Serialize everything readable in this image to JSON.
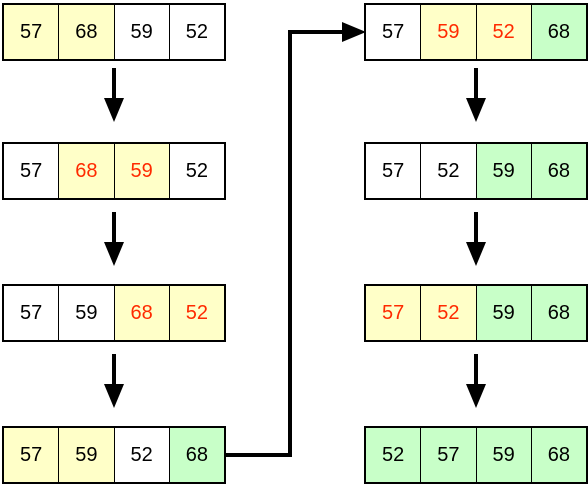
{
  "colors": {
    "yellow": "#ffffc8",
    "green": "#c8ffc8",
    "white": "#ffffff",
    "red_text": "#ff2a00",
    "black_text": "#000000"
  },
  "columns": [
    {
      "rows": [
        {
          "cells": [
            {
              "value": "57",
              "fill": "yellow",
              "text": "black"
            },
            {
              "value": "68",
              "fill": "yellow",
              "text": "black"
            },
            {
              "value": "59",
              "fill": "white",
              "text": "black"
            },
            {
              "value": "52",
              "fill": "white",
              "text": "black"
            }
          ]
        },
        {
          "cells": [
            {
              "value": "57",
              "fill": "white",
              "text": "black"
            },
            {
              "value": "68",
              "fill": "yellow",
              "text": "red"
            },
            {
              "value": "59",
              "fill": "yellow",
              "text": "red"
            },
            {
              "value": "52",
              "fill": "white",
              "text": "black"
            }
          ]
        },
        {
          "cells": [
            {
              "value": "57",
              "fill": "white",
              "text": "black"
            },
            {
              "value": "59",
              "fill": "white",
              "text": "black"
            },
            {
              "value": "68",
              "fill": "yellow",
              "text": "red"
            },
            {
              "value": "52",
              "fill": "yellow",
              "text": "red"
            }
          ]
        },
        {
          "cells": [
            {
              "value": "57",
              "fill": "yellow",
              "text": "black"
            },
            {
              "value": "59",
              "fill": "yellow",
              "text": "black"
            },
            {
              "value": "52",
              "fill": "white",
              "text": "black"
            },
            {
              "value": "68",
              "fill": "green",
              "text": "black"
            }
          ]
        }
      ]
    },
    {
      "rows": [
        {
          "cells": [
            {
              "value": "57",
              "fill": "white",
              "text": "black"
            },
            {
              "value": "59",
              "fill": "yellow",
              "text": "red"
            },
            {
              "value": "52",
              "fill": "yellow",
              "text": "red"
            },
            {
              "value": "68",
              "fill": "green",
              "text": "black"
            }
          ]
        },
        {
          "cells": [
            {
              "value": "57",
              "fill": "white",
              "text": "black"
            },
            {
              "value": "52",
              "fill": "white",
              "text": "black"
            },
            {
              "value": "59",
              "fill": "green",
              "text": "black"
            },
            {
              "value": "68",
              "fill": "green",
              "text": "black"
            }
          ]
        },
        {
          "cells": [
            {
              "value": "57",
              "fill": "yellow",
              "text": "red"
            },
            {
              "value": "52",
              "fill": "yellow",
              "text": "red"
            },
            {
              "value": "59",
              "fill": "green",
              "text": "black"
            },
            {
              "value": "68",
              "fill": "green",
              "text": "black"
            }
          ]
        },
        {
          "cells": [
            {
              "value": "52",
              "fill": "green",
              "text": "black"
            },
            {
              "value": "57",
              "fill": "green",
              "text": "black"
            },
            {
              "value": "59",
              "fill": "green",
              "text": "black"
            },
            {
              "value": "68",
              "fill": "green",
              "text": "black"
            }
          ]
        }
      ]
    }
  ]
}
